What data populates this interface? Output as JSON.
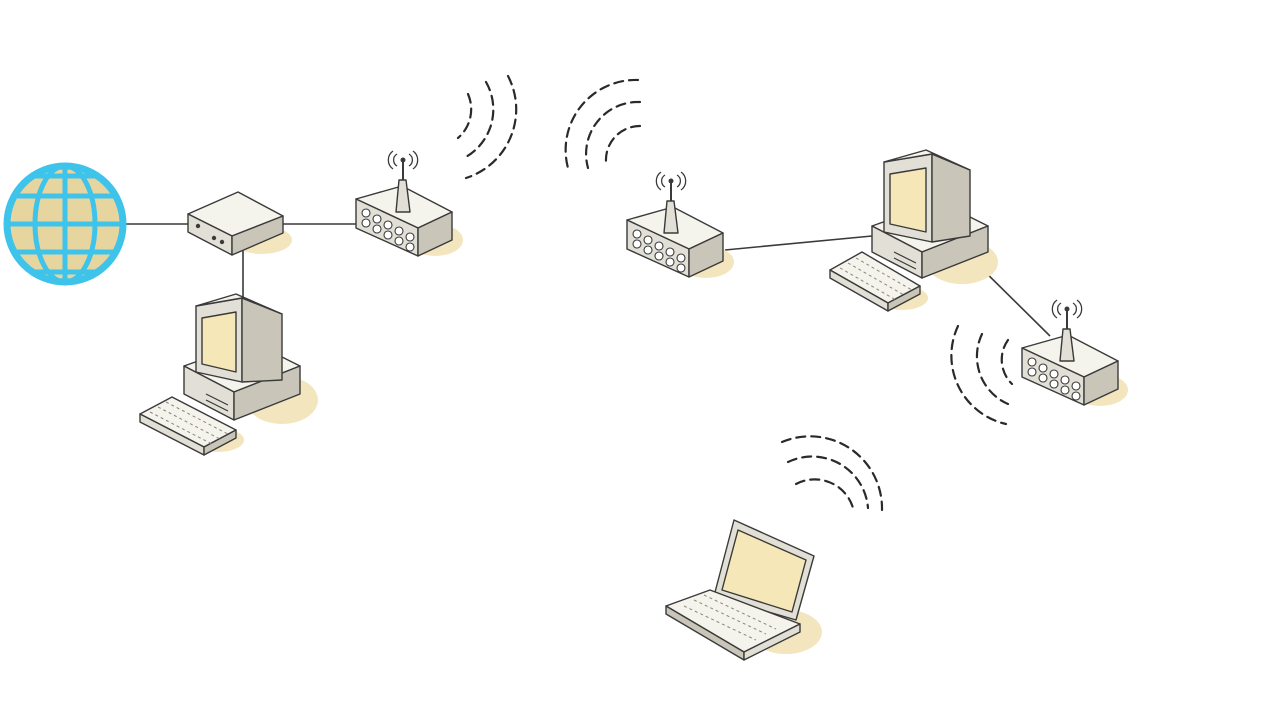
{
  "colors": {
    "globe_ring": "#3ec3ea",
    "globe_fill": "#e7d5a0",
    "shadow": "#f3e6bf",
    "outline": "#3a3a3a",
    "screen": "#f6e7b8"
  },
  "nodes": [
    {
      "id": "internet",
      "icon": "globe-icon"
    },
    {
      "id": "modem",
      "icon": "modem-icon"
    },
    {
      "id": "access-point-1",
      "icon": "wireless-access-point-icon"
    },
    {
      "id": "desktop-1",
      "icon": "desktop-computer-icon"
    },
    {
      "id": "access-point-2",
      "icon": "wireless-access-point-icon"
    },
    {
      "id": "desktop-2",
      "icon": "desktop-computer-icon"
    },
    {
      "id": "access-point-3",
      "icon": "wireless-access-point-icon"
    },
    {
      "id": "laptop",
      "icon": "laptop-icon"
    }
  ],
  "wired_links": [
    [
      "internet",
      "modem"
    ],
    [
      "modem",
      "access-point-1"
    ],
    [
      "modem",
      "desktop-1"
    ],
    [
      "access-point-2",
      "desktop-2"
    ],
    [
      "desktop-2",
      "access-point-3"
    ]
  ],
  "wireless_links": [
    [
      "access-point-1",
      "access-point-2"
    ],
    [
      "access-point-3",
      "laptop"
    ]
  ]
}
